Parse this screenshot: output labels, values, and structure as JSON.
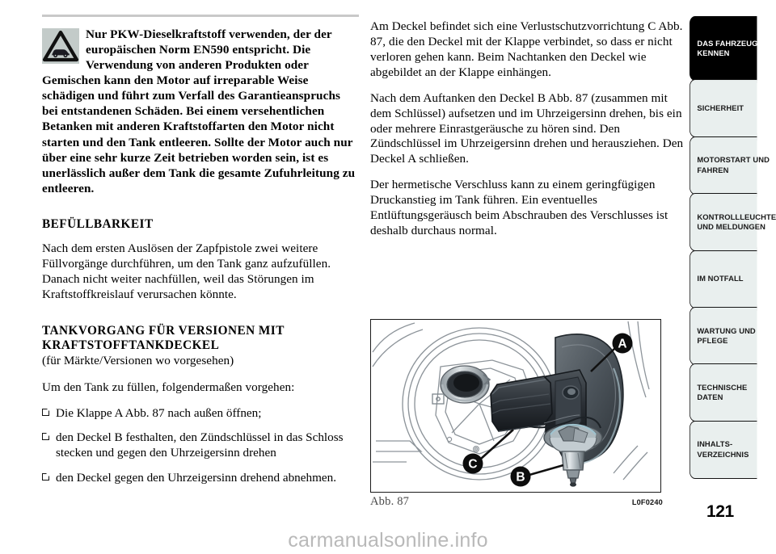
{
  "document": {
    "page_number": "121",
    "watermark": "carmanualsonline.info"
  },
  "left_column": {
    "warning": {
      "icon": "warning-triangle-car-icon",
      "text": "Nur PKW-Dieselkraftstoff verwenden, der der europäischen Norm EN590 entspricht. Die Verwendung von anderen Produkten oder Gemischen kann den Motor auf irreparable Weise schädigen und führt zum Verfall des Garantieanspruchs bei entstandenen Schäden. Bei einem versehentlichen Betanken mit anderen Kraftstoffarten den Motor nicht starten und den Tank entleeren. Sollte der Motor auch nur über eine sehr kurze Zeit betrieben worden sein, ist es unerlässlich außer dem Tank die gesamte Zufuhrleitung zu entleeren."
    },
    "section1": {
      "heading": "BEFÜLLBARKEIT",
      "paragraph": "Nach dem ersten Auslösen der Zapfpistole zwei weitere Füllvorgänge durchführen, um den Tank ganz aufzufüllen. Danach nicht weiter nachfüllen, weil das Störungen im Kraftstoffkreislauf verursachen könnte."
    },
    "section2": {
      "heading": "TANKVORGANG FÜR VERSIONEN MIT KRAFTSTOFFTANKDECKEL",
      "subheading": "(für Märkte/Versionen wo vorgesehen)",
      "intro": "Um den Tank zu füllen, folgendermaßen vorgehen:",
      "steps": [
        "Die Klappe A Abb. 87 nach außen öffnen;",
        "den Deckel B festhalten, den Zündschlüssel in das Schloss stecken und gegen den Uhrzeigersinn drehen",
        "den Deckel gegen den Uhrzeigersinn drehend abnehmen."
      ]
    }
  },
  "right_column": {
    "paragraphs": [
      "Am Deckel befindet sich eine Verlustschutzvorrichtung C Abb. 87, die den Deckel mit der Klappe verbindet, so dass er nicht verloren gehen kann. Beim Nachtanken den Deckel wie abgebildet an der Klappe einhängen.",
      "Nach dem Auftanken den Deckel B Abb. 87 (zusammen mit dem Schlüssel) aufsetzen und im Uhrzeigersinn drehen, bis ein oder mehrere Einrastgeräusche zu hören sind. Den Zündschlüssel im Uhrzeigersinn drehen und herausziehen. Den Deckel A schließen.",
      "Der hermetische Verschluss kann zu einem geringfügigen Druckanstieg im Tank führen. Ein eventuelles Entlüftungsgeräusch beim Abschrauben des Verschlusses ist deshalb durchaus normal."
    ],
    "figure": {
      "caption": "Abb. 87",
      "code": "L0F0240",
      "callouts": [
        "A",
        "C",
        "B"
      ]
    }
  },
  "sidebar": {
    "tabs": [
      {
        "label": "DAS FAHRZEUG\nKENNEN",
        "active": true
      },
      {
        "label": "SICHERHEIT",
        "active": false
      },
      {
        "label": "MOTORSTART UND\nFAHREN",
        "active": false
      },
      {
        "label": "KONTROLLLEUCHTEN\nUND MELDUNGEN",
        "active": false
      },
      {
        "label": "IM NOTFALL",
        "active": false
      },
      {
        "label": "WARTUNG UND\nPFLEGE",
        "active": false
      },
      {
        "label": "TECHNISCHE\nDATEN",
        "active": false
      },
      {
        "label": "INHALTS-\nVERZEICHNIS",
        "active": false
      }
    ]
  },
  "colors": {
    "tab_inactive_bg": "#e9efee",
    "tab_active_bg": "#000000",
    "rule": "#c9c9c9",
    "warning_icon_bg": "#c3cbc9",
    "watermark": "#b9b9b9"
  }
}
